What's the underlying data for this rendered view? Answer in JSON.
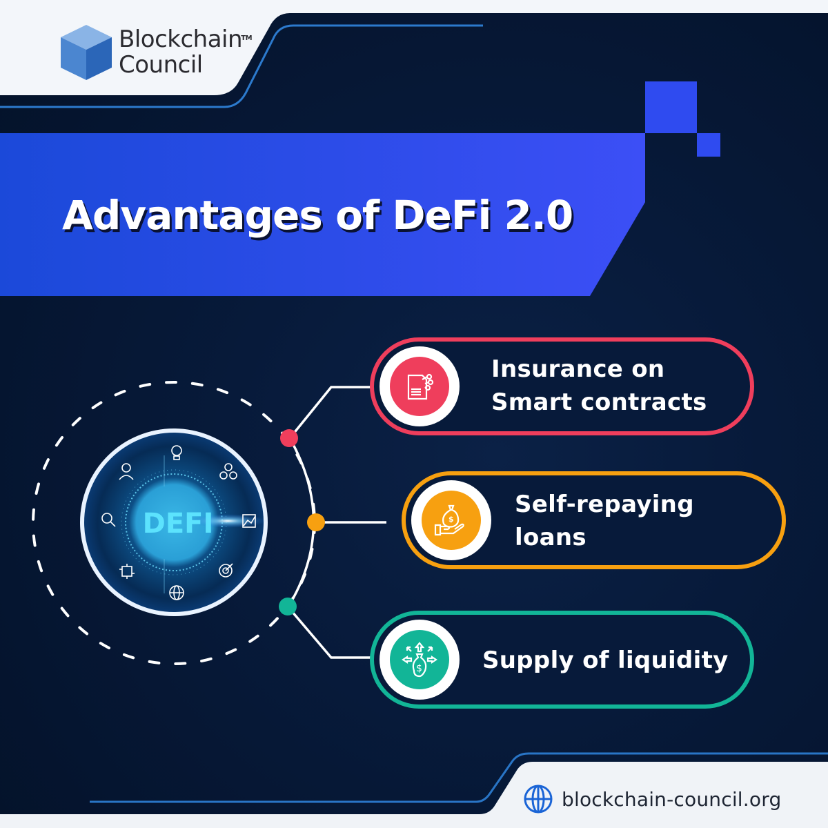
{
  "brand": {
    "name_line1": "Blockchain",
    "name_line2": "Council",
    "trademark": "TM"
  },
  "title": "Advantages of DeFi 2.0",
  "hub": {
    "label": "DEFI",
    "orbit_icons": [
      "lightbulb-icon",
      "community-icon",
      "chart-icon",
      "target-icon",
      "global-user-icon",
      "chip-icon",
      "search-icon",
      "user-icon"
    ]
  },
  "advantages": [
    {
      "line1": "Insurance on",
      "line2": "Smart contracts",
      "icon": "smart-contract-document-icon",
      "color": "#ef3e5c"
    },
    {
      "line1": "Self-repaying",
      "line2": "loans",
      "icon": "money-bag-hand-icon",
      "color": "#f7a010"
    },
    {
      "line1": "Supply of liquidity",
      "line2": "",
      "icon": "money-bag-arrows-icon",
      "color": "#12b597"
    }
  ],
  "colors": {
    "dark_bg": "#061735",
    "banner_blue_start": "#1b49d9",
    "banner_blue_end": "#3b4ff5",
    "accent_line": "#2e7fd6",
    "light_bg": "#f1f4f8"
  },
  "footer": {
    "url": "blockchain-council.org",
    "icon": "globe-icon"
  }
}
